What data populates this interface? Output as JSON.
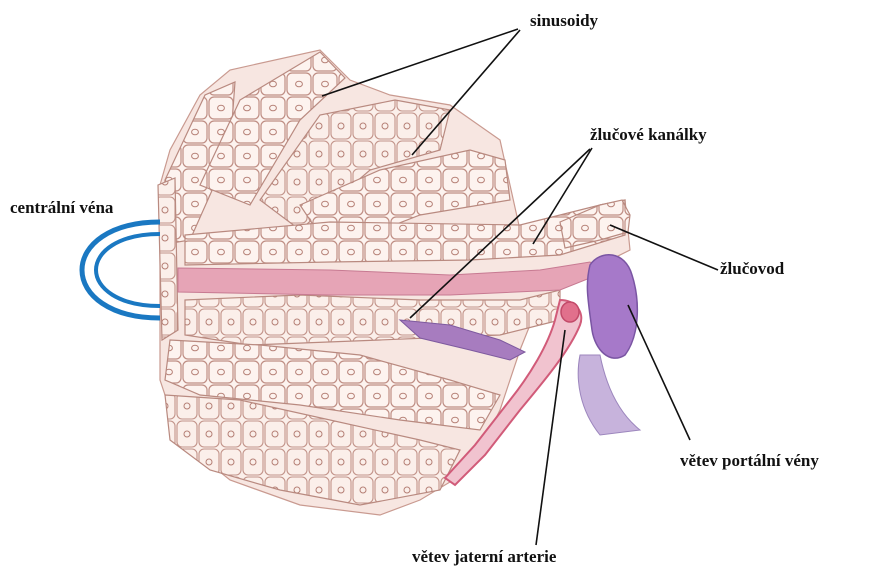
{
  "labels": {
    "sinusoidy": "sinusoidy",
    "zlucove_kanalky": "žlučové kanálky",
    "centralni_vena": "centrální véna",
    "zlucovod": "žlučovod",
    "vetev_portalni_veny": "větev portální vény",
    "vetev_jaterni_arterie": "větev jaterní arterie"
  },
  "colors": {
    "cell_outline": "#b98a80",
    "cell_fill": "#fdf3ef",
    "tissue": "#f6e2dc",
    "central_vein": "#1a78c2",
    "portal_vein": "#8a63b8",
    "artery": "#e0607a",
    "leader_line": "#111111"
  }
}
